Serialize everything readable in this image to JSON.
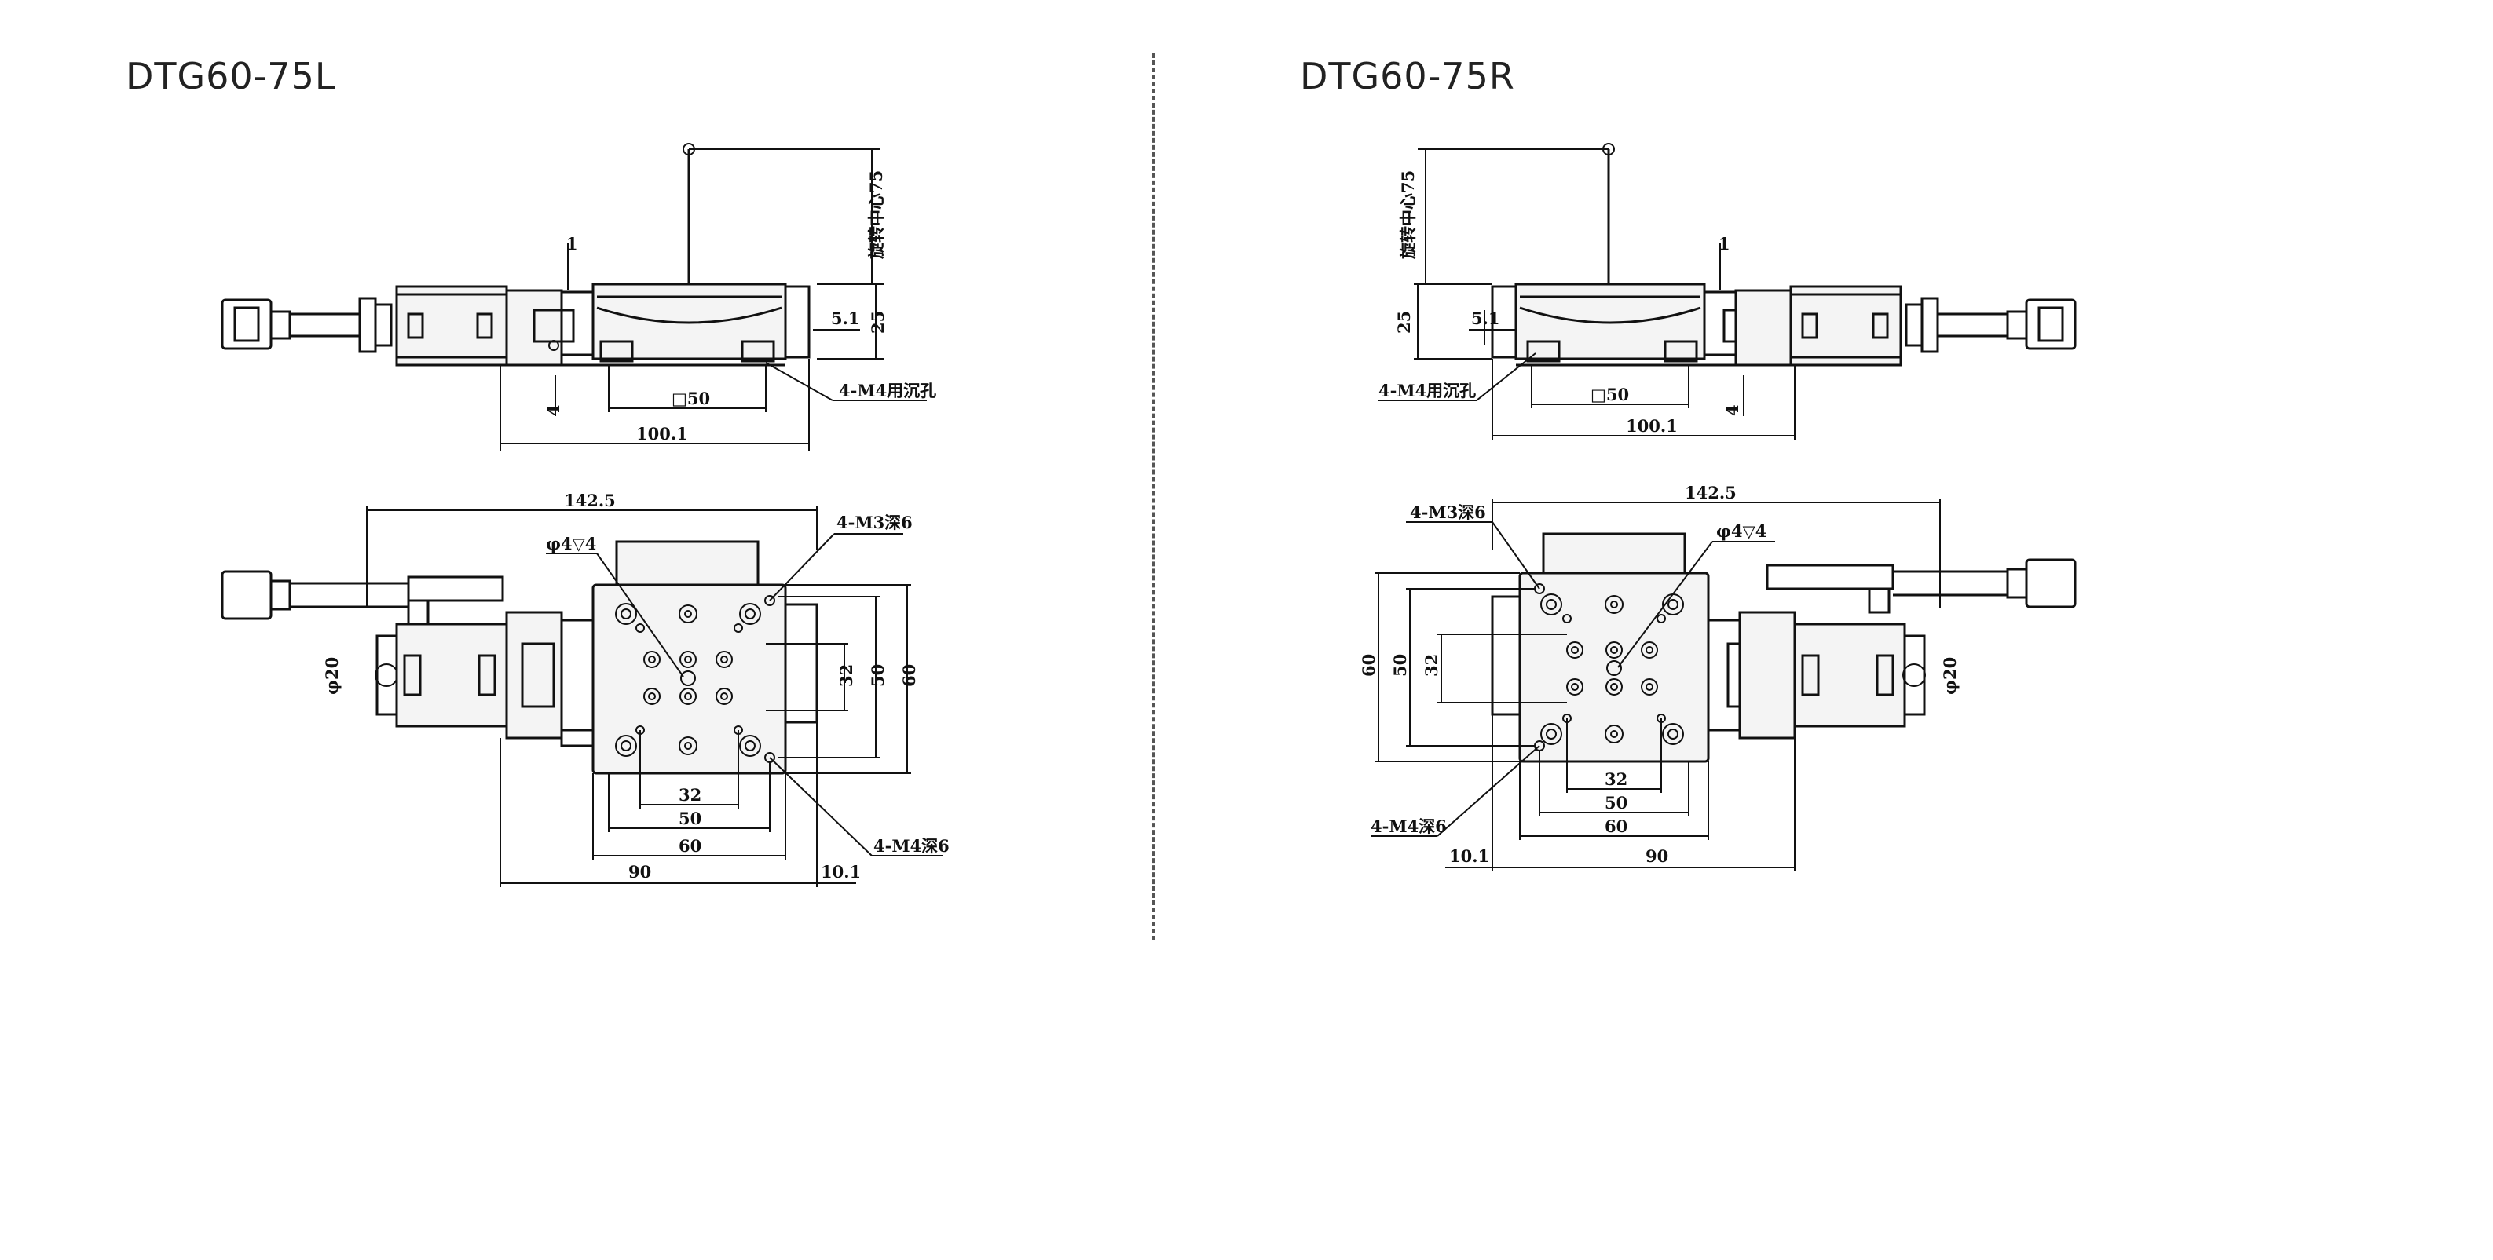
{
  "views": {
    "left": {
      "title": "DTG60-75L",
      "side": {
        "rot_center": "旋转中心75",
        "gap": "1",
        "offset": "5.1",
        "height": "25",
        "thickness": "4",
        "square": "□50",
        "counterbore": "4-M4用沉孔",
        "length": "100.1"
      },
      "top": {
        "width": "142.5",
        "pin": "φ4▽4",
        "tap_m3": "4-M3深6",
        "tap_m4": "4-M4深6",
        "knob": "φ20",
        "v32": "32",
        "v50": "50",
        "v60": "60",
        "h32": "32",
        "h50": "50",
        "h60": "60",
        "base": "90",
        "offset": "10.1"
      }
    },
    "right": {
      "title": "DTG60-75R",
      "side": {
        "rot_center": "旋转中心75",
        "gap": "1",
        "offset": "5.1",
        "height": "25",
        "thickness": "4",
        "square": "□50",
        "counterbore": "4-M4用沉孔",
        "length": "100.1"
      },
      "top": {
        "width": "142.5",
        "pin": "φ4▽4",
        "tap_m3": "4-M3深6",
        "tap_m4": "4-M4深6",
        "knob": "φ20",
        "v32": "32",
        "v50": "50",
        "v60": "60",
        "h32": "32",
        "h50": "50",
        "h60": "60",
        "base": "90",
        "offset": "10.1"
      }
    }
  }
}
